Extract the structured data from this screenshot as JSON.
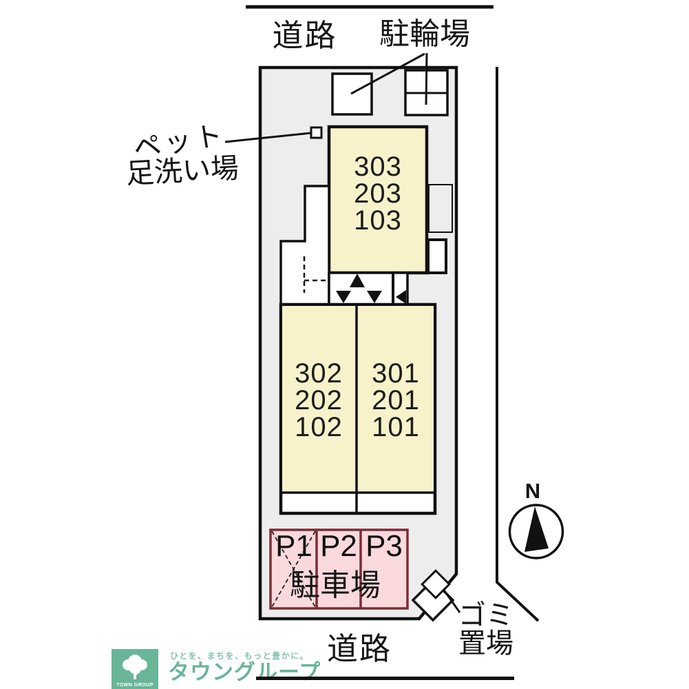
{
  "labels": {
    "road_top": "道路",
    "road_bottom": "道路",
    "bicycle_parking": "駐輪場",
    "pet_wash_line1": "ペット",
    "pet_wash_line2": "足洗い場",
    "garbage_line1": "ゴミ",
    "garbage_line2": "置場",
    "compass_north": "N"
  },
  "buildings": {
    "north_units": [
      "303",
      "203",
      "103"
    ],
    "southwest_units": [
      "302",
      "202",
      "102"
    ],
    "southeast_units": [
      "301",
      "201",
      "101"
    ]
  },
  "parking": {
    "area_label": "駐車場",
    "stalls": [
      {
        "label": "P1",
        "crossed_out": true
      },
      {
        "label": "P2",
        "crossed_out": false
      },
      {
        "label": "P3",
        "crossed_out": false
      }
    ]
  },
  "footer": {
    "slogan": "ひとを、まちを、もっと豊かに。",
    "brand": "タウングループ",
    "logo_text": "TOWN GROUP"
  },
  "colors": {
    "site_fill": "#ededed",
    "building_fill": "#f8f2cb",
    "parking_fill": "#f9d9dc",
    "parking_border": "#7b2d35",
    "brand_green": "#68b598",
    "line": "#111111"
  }
}
